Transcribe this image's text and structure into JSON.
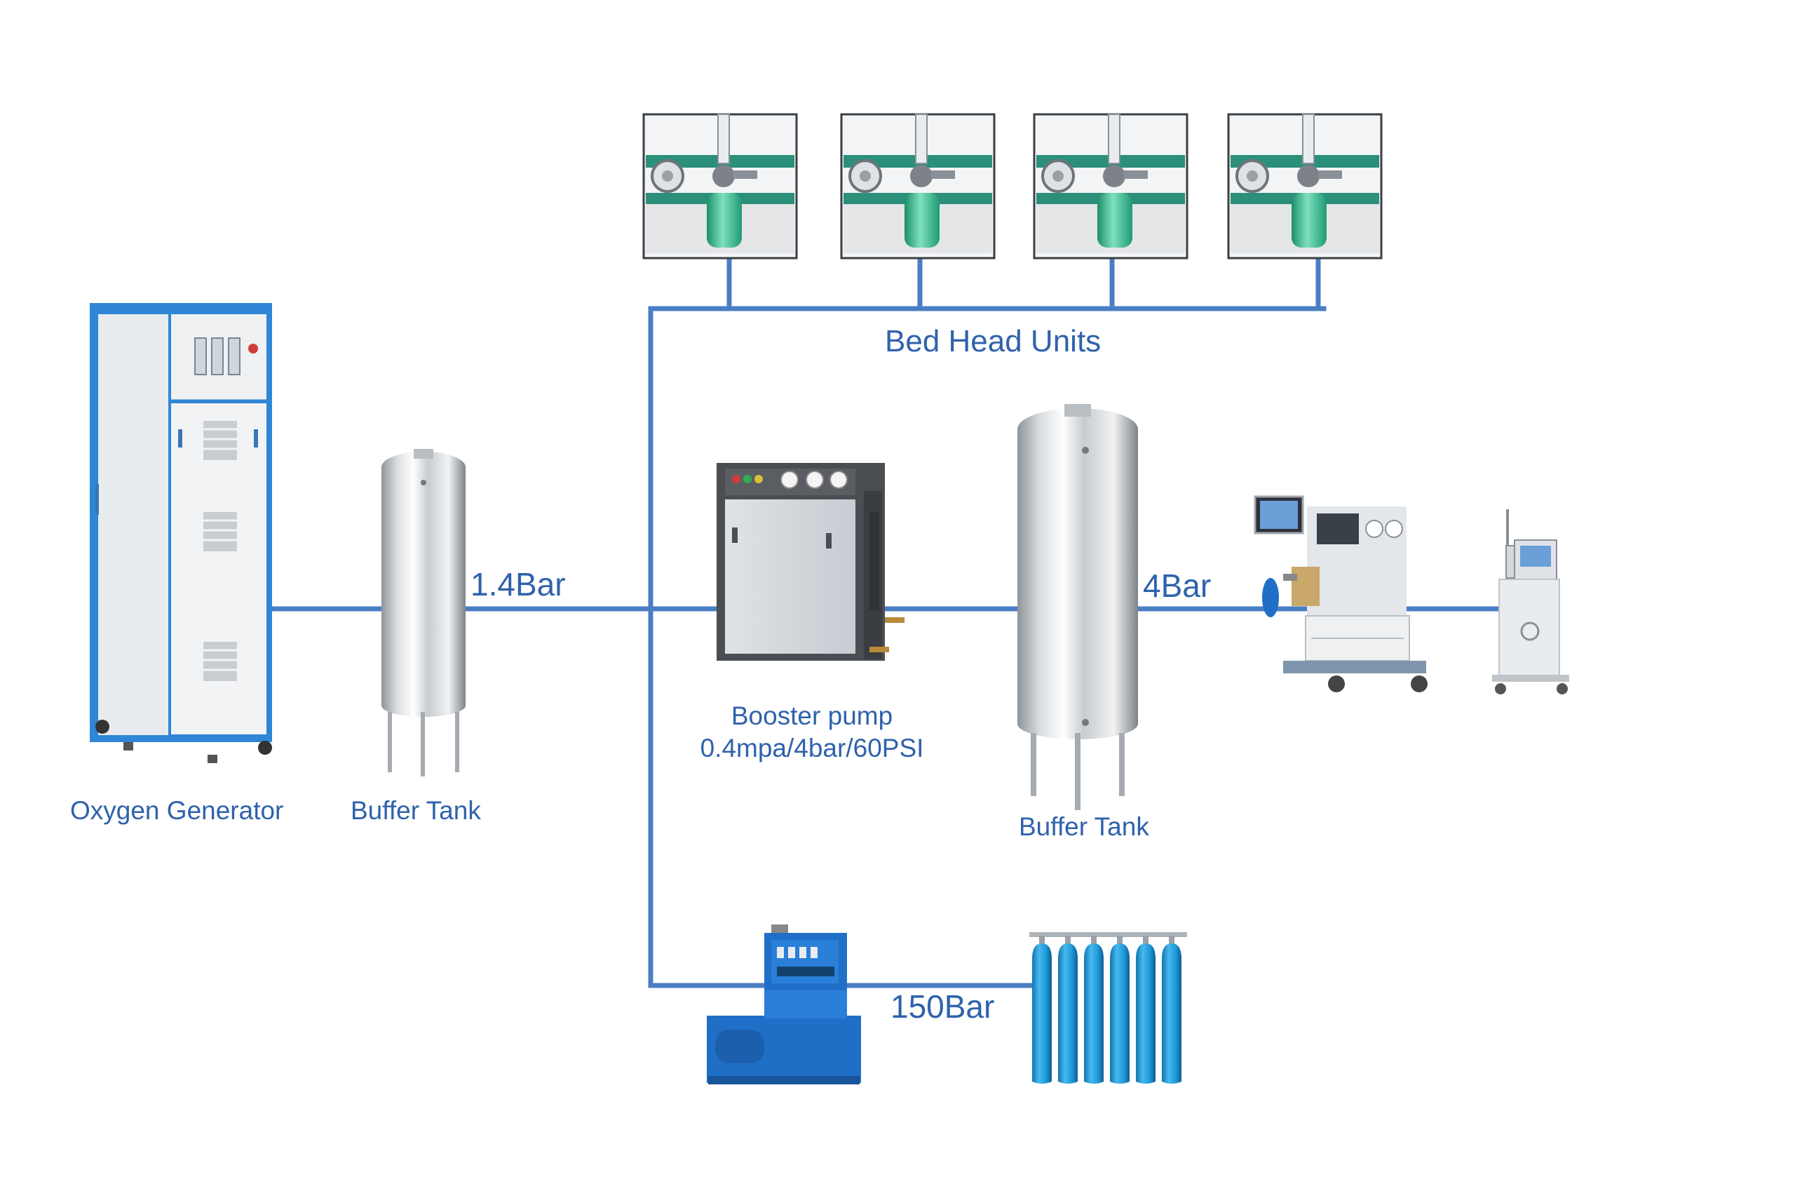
{
  "colors": {
    "pipe": "#4a7ec4",
    "label": "#2f62ab",
    "steel_light": "#f4f5f6",
    "steel_dark": "#8e949a",
    "cabinet_blue": "#2f86d6",
    "cylinder_blue": "#1f9ad9",
    "compressor_blue": "#1f6fc7",
    "valve_green": "#2fae86"
  },
  "labels": {
    "generator": "Oxygen Generator",
    "buffer_tank_1": "Buffer Tank",
    "pressure_1": "1.4Bar",
    "bed_head": "Bed Head Units",
    "booster_line1": "Booster pump",
    "booster_line2": "0.4mpa/4bar/60PSI",
    "buffer_tank_2": "Buffer Tank",
    "pressure_2": "4Bar",
    "pressure_3": "150Bar"
  },
  "icons": {
    "generator": "oxygen-generator-cabinet-icon",
    "buffer_tank": "stainless-buffer-tank-icon",
    "bed_head_unit": "flowmeter-humidifier-icon",
    "booster_pump": "booster-pump-cabinet-icon",
    "anesthesia": "anesthesia-machine-icon",
    "ventilator": "ventilator-icon",
    "compressor": "filling-compressor-icon",
    "cylinders": "oxygen-cylinder-bank-icon"
  },
  "bed_head_unit_count": 4,
  "cylinder_count": 6
}
